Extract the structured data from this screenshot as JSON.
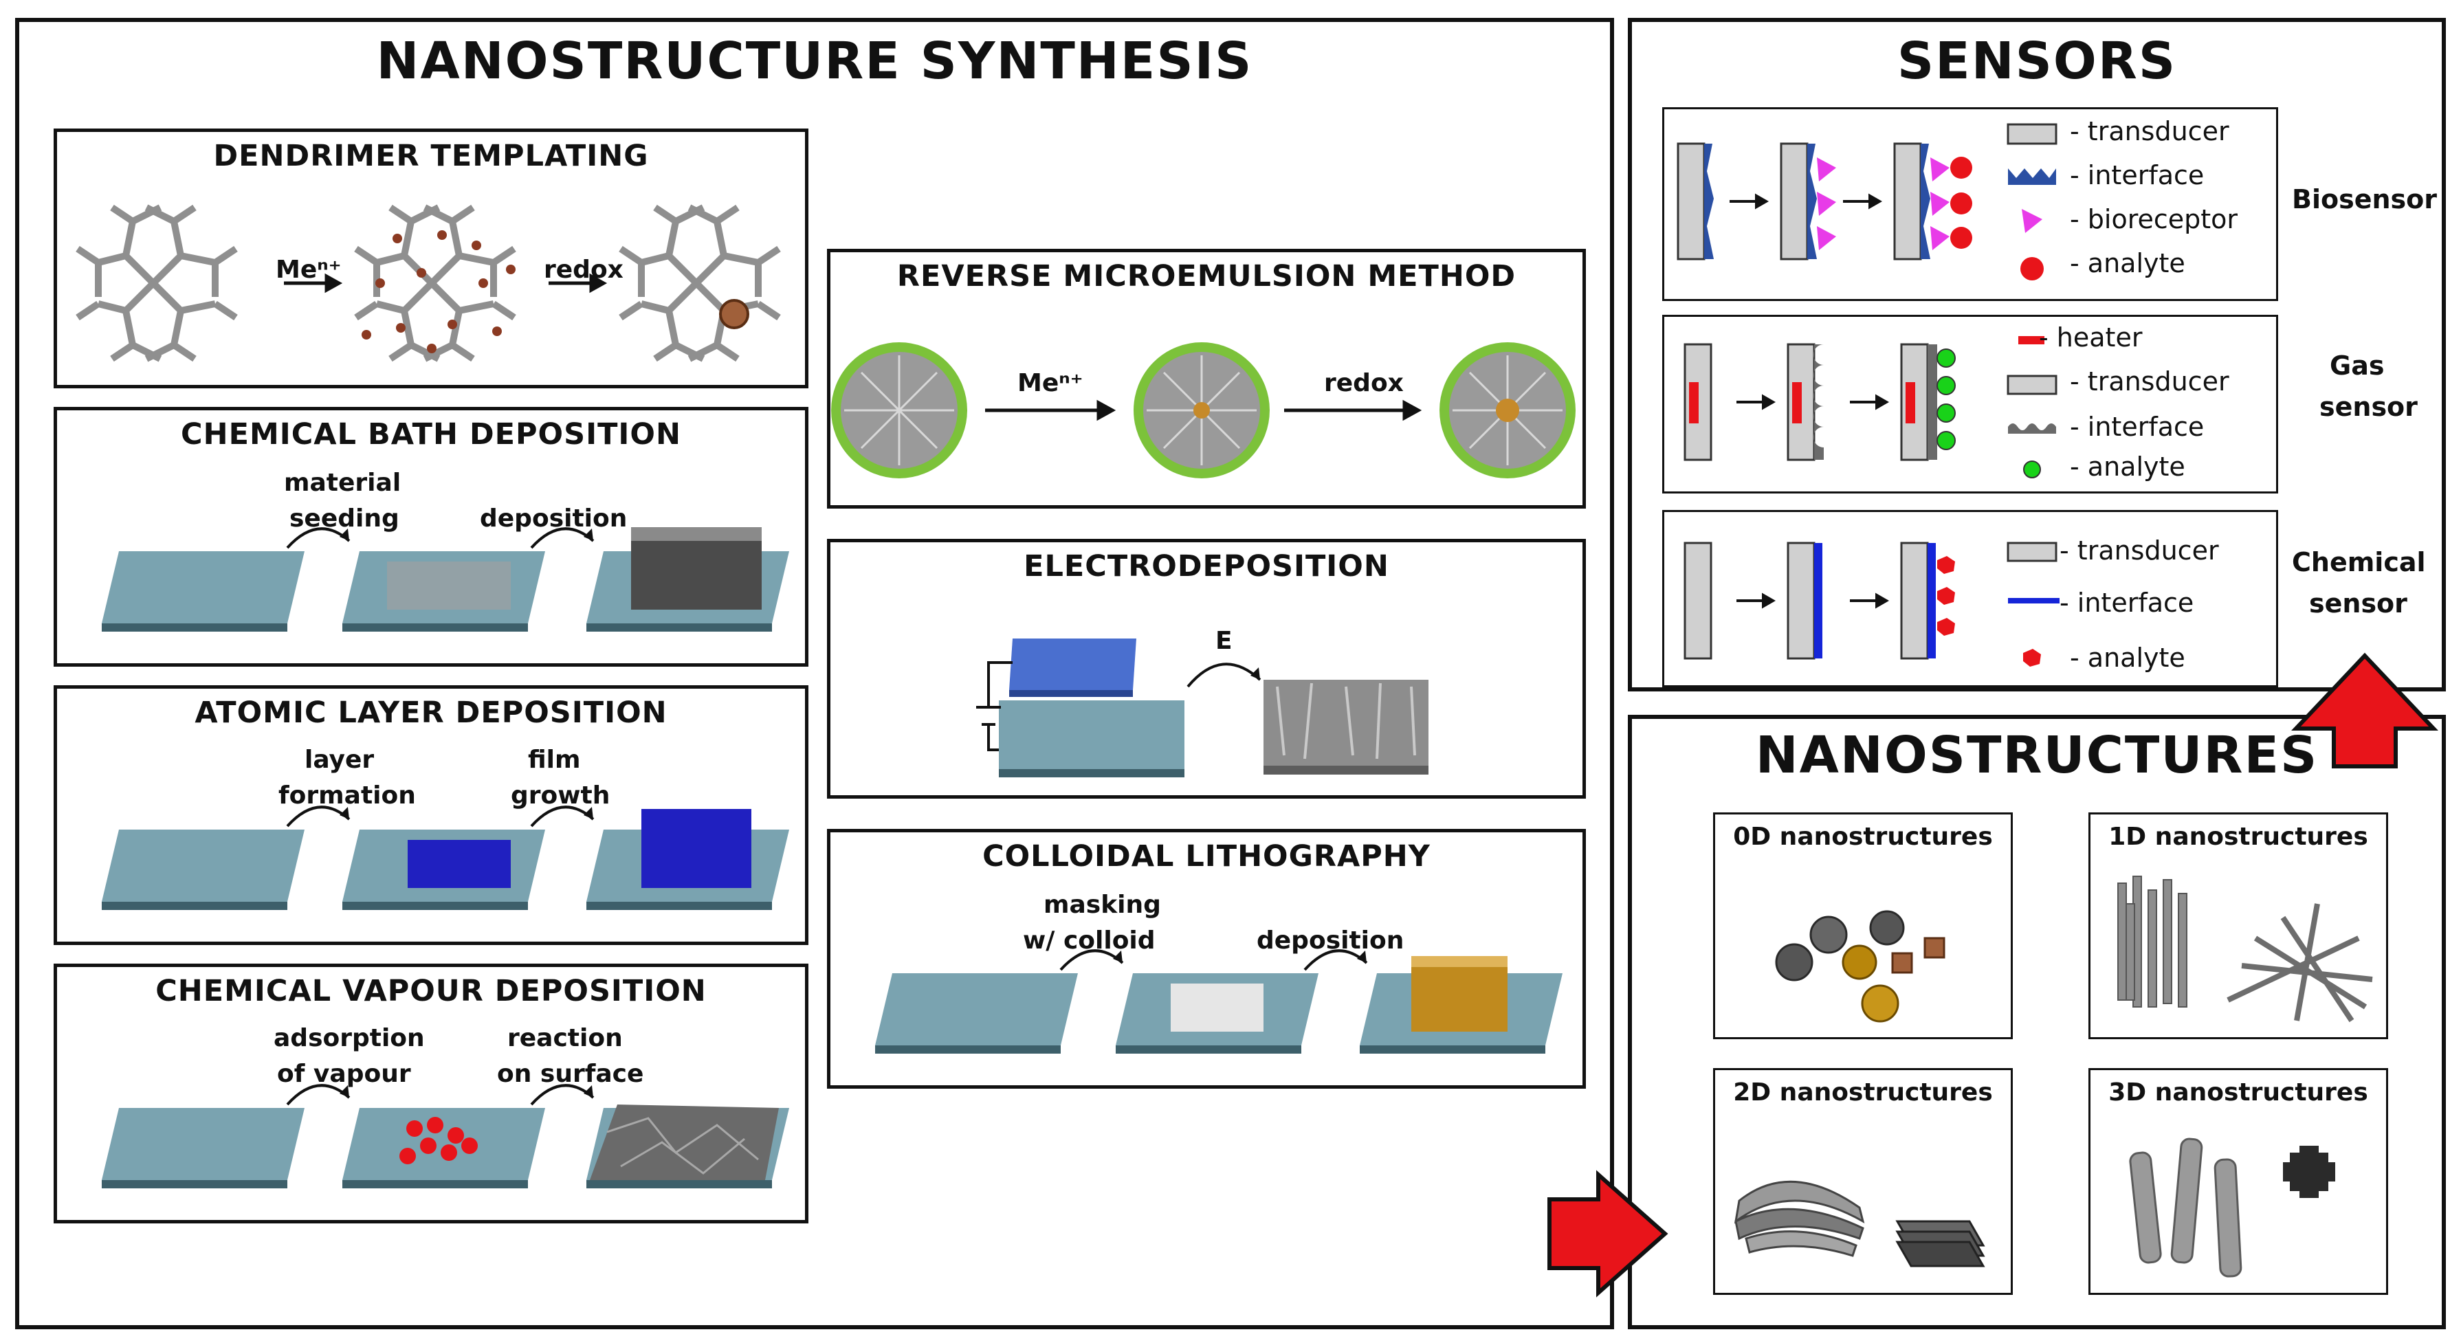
{
  "synthesis": {
    "title": "NANOSTRUCTURE SYNTHESIS",
    "dendrimer": {
      "title": "DENDRIMER TEMPLATING",
      "step1": "Meⁿ⁺",
      "step2": "redox"
    },
    "cbd": {
      "title": "CHEMICAL BATH DEPOSITION",
      "step1_line1": "material",
      "step1_line2": "seeding",
      "step2": "deposition"
    },
    "ald": {
      "title": "ATOMIC LAYER DEPOSITION",
      "step1_line1": "layer",
      "step1_line2": "formation",
      "step2_line1": "film",
      "step2_line2": "growth"
    },
    "cvd": {
      "title": "CHEMICAL VAPOUR DEPOSITION",
      "step1_line1": "adsorption",
      "step1_line2": "of vapour",
      "step2_line1": "reaction",
      "step2_line2": "on surface"
    },
    "microemulsion": {
      "title": "REVERSE MICROEMULSION METHOD",
      "step1": "Meⁿ⁺",
      "step2": "redox"
    },
    "electro": {
      "title": "ELECTRODEPOSITION",
      "step1": "E"
    },
    "colloid": {
      "title": "COLLOIDAL LITHOGRAPHY",
      "step1_line1": "masking",
      "step1_line2": "w/ colloid",
      "step2": "deposition"
    }
  },
  "sensors": {
    "title": "SENSORS",
    "bio": {
      "type": "Biosensor",
      "legend": [
        "- transducer",
        "- interface",
        "- bioreceptor",
        "- analyte"
      ]
    },
    "gas": {
      "type_line1": "Gas",
      "type_line2": "sensor",
      "legend": [
        "- heater",
        "- transducer",
        "- interface",
        "- analyte"
      ]
    },
    "chem": {
      "type_line1": "Chemical",
      "type_line2": "sensor",
      "legend": [
        "- transducer",
        "- interface",
        "- analyte"
      ]
    }
  },
  "nanostructures": {
    "title": "NANOSTRUCTURES",
    "items": [
      "0D nanostructures",
      "1D nanostructures",
      "2D nanostructures",
      "3D nanostructures"
    ]
  },
  "colors": {
    "substrate_top": "#7aa3b0",
    "substrate_side": "#3d5f6a",
    "arrow_red": "#e8141a",
    "interface_blue": "#2a4fa3",
    "bioreceptor": "#e83be8",
    "analyte_red": "#e8141a",
    "gas_analyte": "#19d219"
  }
}
